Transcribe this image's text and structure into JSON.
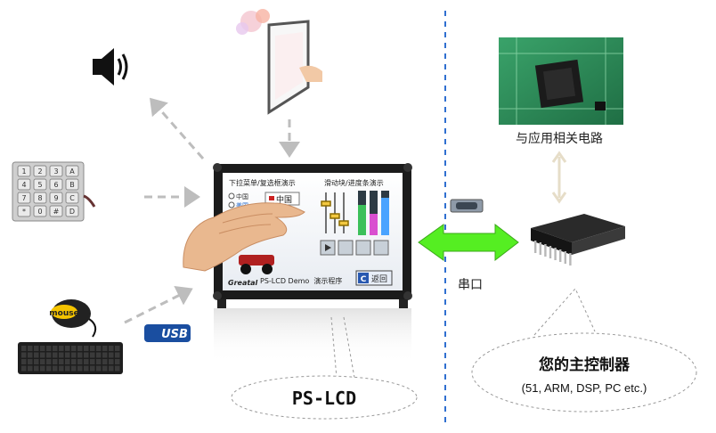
{
  "left": {
    "speaker_icon": "speaker-icon",
    "keypad_keys": [
      "1",
      "2",
      "3",
      "A",
      "4",
      "5",
      "6",
      "B",
      "7",
      "8",
      "9",
      "C",
      "*",
      "0",
      "#",
      "D"
    ],
    "mouse_label": "mouse",
    "usb_label": "USB"
  },
  "lcd": {
    "menu_title": "下拉菜单/复选框演示",
    "slider_title": "滑动块/进度条演示",
    "option_china": "中国",
    "option_us": "美国",
    "dropdown_value": "中国",
    "logo": "Greatal",
    "demo_text": "PS-LCD Demo  演示程序",
    "back_button": "返回",
    "caption": "PS-LCD"
  },
  "right": {
    "circuit_label": "与应用相关电路",
    "serial_label": "串口",
    "mcu_title": "您的主控制器",
    "mcu_subtitle": "(51, ARM, DSP, PC etc.)"
  },
  "colors": {
    "arrow_gray": "#bdbdbd",
    "serial_arrow": "#55ee22",
    "divider_blue": "#2f6fd0",
    "pcb_green": "#2e8b57"
  }
}
